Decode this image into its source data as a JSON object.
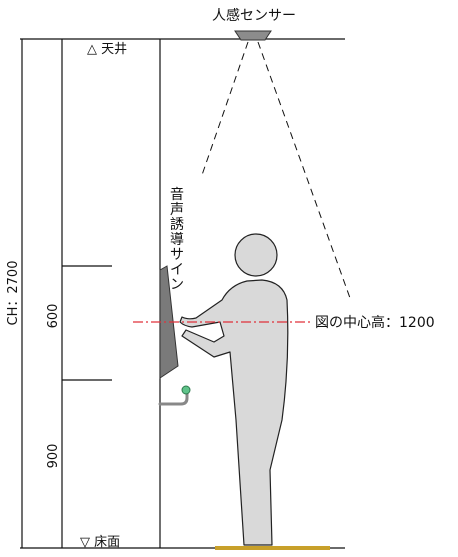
{
  "labels": {
    "sensor": "人感センサー",
    "ceiling": "△ 天井",
    "floor": "▽ 床面",
    "ceiling_height": "CH：2700",
    "dim_upper": "600",
    "dim_lower": "900",
    "sign_chars": [
      "音",
      "声",
      "誘",
      "導",
      "サ",
      "イ",
      "ン"
    ],
    "center_height": "図の中心高：1200"
  },
  "colors": {
    "line": "#111111",
    "person_fill": "#d9d9d9",
    "person_stroke": "#222222",
    "sign_fill": "#7a7a7a",
    "sensor_fill": "#8c8c8c",
    "center_line": "#e0303a",
    "floor_mat": "#c8a02a",
    "handrail": "#888888",
    "button": "#5fc38a"
  }
}
